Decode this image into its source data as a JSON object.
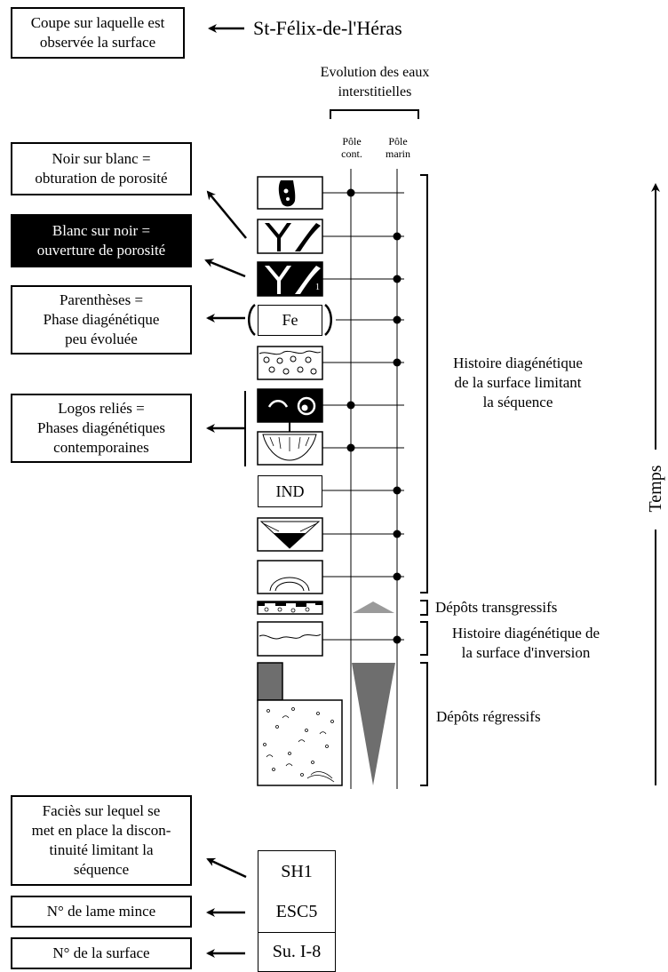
{
  "header": {
    "legend_box": "Coupe sur laquelle est\nobservée la surface",
    "site_name": "St-Félix-de-l'Héras"
  },
  "water_evolution": {
    "title": "Evolution des eaux\ninterstitielles",
    "pole_cont": "Pôle\ncont.",
    "pole_marin": "Pôle\nmarin"
  },
  "legend": {
    "black_on_white": "Noir sur blanc =\nobturation de porosité",
    "white_on_black": "Blanc sur noir =\nouverture de porosité",
    "parentheses": "Parenthèses =\nPhase diagénétique\npeu évoluée",
    "linked_logos": "Logos reliés =\nPhases diagénétiques\ncontemporaines",
    "facies": "Faciès sur lequel se\nmet en place la discon-\ntinuité limitant la\nséquence",
    "thin_section": "N° de lame mince",
    "surface_number": "N° de la surface"
  },
  "logos": {
    "fe_label": "Fe",
    "ind_label": "IND",
    "subscript_1": "1"
  },
  "brackets": {
    "surface_history": "Histoire diagénétique\nde la surface limitant\nla séquence",
    "transgressive": "Dépôts transgressifs",
    "inversion_history": "Histoire diagénétique de\nla surface d'inversion",
    "regressive": "Dépôts régressifs"
  },
  "time_axis": {
    "label": "Temps"
  },
  "bottom_stack": {
    "facies_code": "SH1",
    "thin_section_code": "ESC5",
    "surface_code": "Su. I-8"
  },
  "colors": {
    "grey_fill": "#6e6e6e",
    "light_grey": "#9a9a9a"
  }
}
